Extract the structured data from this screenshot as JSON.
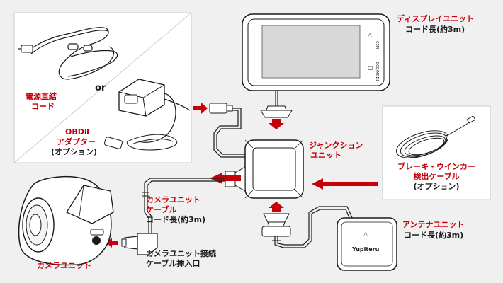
{
  "labels": {
    "display_unit": {
      "name": "ディスプレイユニット",
      "cord": "コード長(約3m)"
    },
    "power_cord": {
      "line1": "電源直結",
      "line2": "コード"
    },
    "or": "or",
    "obd2": {
      "line1": "OBDⅡ",
      "line2": "アダプター",
      "option": "(オプション)"
    },
    "junction_unit": {
      "line1": "ジャンクション",
      "line2": "ユニット"
    },
    "brake_cable": {
      "line1": "ブレーキ・ウインカー",
      "line2": "検出ケーブル",
      "option": "(オプション)"
    },
    "camera_cable": {
      "line1": "カメラユニット",
      "line2": "ケーブル",
      "cord": "コード長(約3m)"
    },
    "antenna_unit": {
      "name": "アンテナユニット",
      "cord": "コード長(約3m)"
    },
    "camera_port": {
      "line1": "カメラユニット接続",
      "line2": "ケーブル挿入口"
    },
    "camera_unit": "カメラユニット",
    "brand": "Yupiteru",
    "display_side_labels": [
      "CSM",
      "ECO/MODE"
    ]
  },
  "colors": {
    "accent_red": "#c8000a",
    "background": "#f0f0f0",
    "panel": "#ffffff",
    "line": "#1a1a1a"
  }
}
